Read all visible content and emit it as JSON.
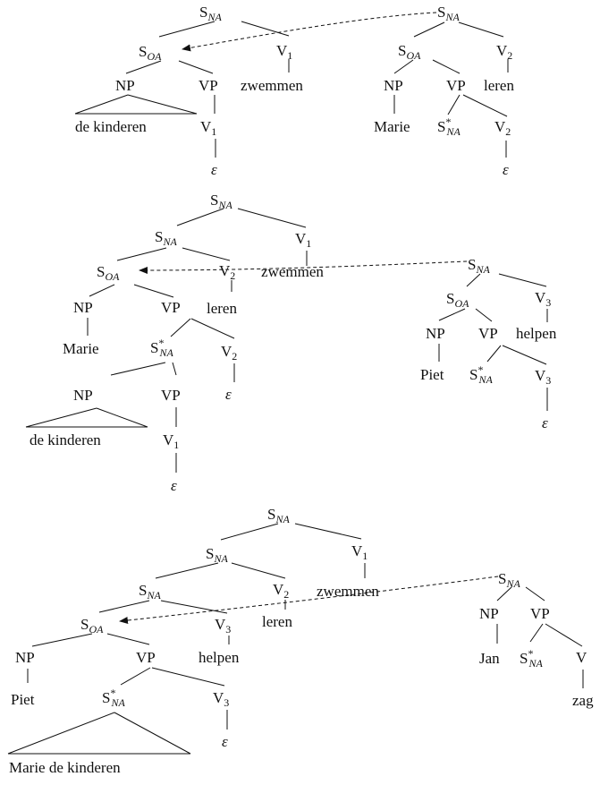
{
  "labels": {
    "S": "S",
    "NA": "NA",
    "OA": "OA",
    "NP": "NP",
    "VP": "VP",
    "V": "V",
    "one": "1",
    "two": "2",
    "three": "3",
    "star": "*",
    "epsilon": "ε"
  },
  "words": {
    "zwemmen": "zwemmen",
    "leren": "leren",
    "helpen": "helpen",
    "zag": "zag",
    "de_kinderen": "de kinderen",
    "marie": "Marie",
    "piet": "Piet",
    "jan": "Jan",
    "marie_de_kinderen": "Marie de kinderen"
  }
}
